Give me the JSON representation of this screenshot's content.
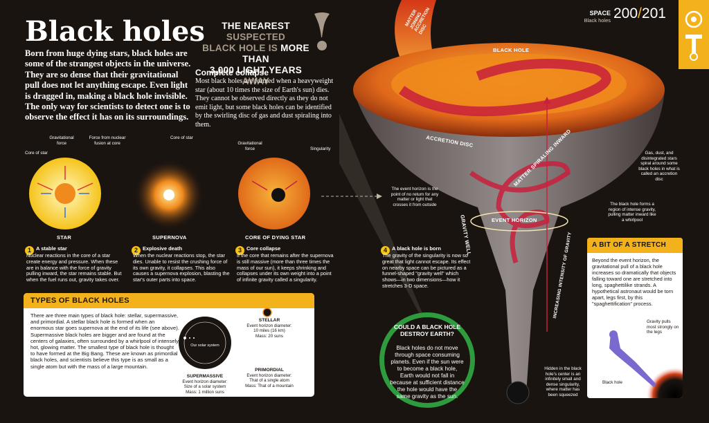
{
  "page": {
    "title": "Black holes",
    "intro": "Born from huge dying stars, black holes are some of the strangest objects in the universe. They are so dense that their gravitational pull does not let anything escape. Even light is dragged in, making a black hole invisible. The only way for scientists to detect one is to observe the effect it has on its surroundings.",
    "fact": {
      "w1": "THE ",
      "w2": "NEAREST",
      "w3": " SUSPECTED",
      "w4": "BLACK HOLE IS",
      "w5": " MORE THAN",
      "w6": "3,000 LIGHT YEARS",
      "w7": " AWAY"
    },
    "collapse_heading": "Complete collapse",
    "collapse_text": "Most black holes are formed when a heavyweight star (about 10 times the size of Earth's sun) dies. They cannot be observed directly as they do not emit light, but some black holes can be identified by the swirling disc of gas and dust spiraling into them.",
    "header": {
      "section": "SPACE",
      "subsection": "Black holes",
      "pages_left": "200",
      "slash": "/",
      "pages_right": "201"
    }
  },
  "stages": {
    "star_label": "STAR",
    "supernova_label": "SUPERNOVA",
    "dying_label": "CORE OF DYING STAR",
    "core_of_star": "Core of star",
    "grav_force": "Gravitational force",
    "force_fusion": "Force from nuclear fusion at core",
    "core_of_star2": "Core of star",
    "grav_force2": "Gravitational force",
    "singularity": "Singularity"
  },
  "steps": [
    {
      "num": "1",
      "title": "A stable star",
      "text": "Nuclear reactions in the core of a star create energy and pressure. When these are in balance with the force of gravity pulling inward, the star remains stable. But when the fuel runs out, gravity takes over."
    },
    {
      "num": "2",
      "title": "Explosive death",
      "text": "When the nuclear reactions stop, the star dies. Unable to resist the crushing force of its own gravity, it collapses. This also causes a supernova explosion, blasting the star's outer parts into space."
    },
    {
      "num": "3",
      "title": "Core collapse",
      "text": "If the core that remains after the supernova is still massive (more than three times the mass of our sun), it keeps shrinking and collapses under its own weight into a point of infinite gravity called a singularity."
    },
    {
      "num": "4",
      "title": "A black hole is born",
      "text": "The gravity of the singularity is now so great that light cannot escape. Its effect on nearby space can be pictured as a funnel-shaped \"gravity well\" which shows—in two dimensions—how it stretches 3-D space."
    }
  ],
  "diagram": {
    "matter_joining": "MATTER JOINING ACCRETION DISC",
    "black_hole": "BLACK HOLE",
    "accretion_disc": "ACCRETION DISC",
    "matter_spiraling": "MATTER SPIRALING INWARD",
    "event_horizon": "EVENT HORIZON",
    "gravity_well": "GRAVITY WELL",
    "increasing": "INCREASING INTENSITY OF GRAVITY",
    "gas_dust": "Gas, dust, and disintegrated stars spiral around some black holes in what is called an accretion disc",
    "event_note": "The event horizon is the point of no return for any matter or light that crosses it from outside",
    "region_note": "The black hole forms a region of intense gravity, pulling matter inward like a whirlpool",
    "hidden_note": "Hidden in the black hole's center is an infinitely small and dense singularity, where matter has been squeezed"
  },
  "types": {
    "title": "TYPES OF BLACK HOLES",
    "text": "There are three main types of black hole: stellar, supermassive, and primordial. A stellar black hole is formed when an enormous star goes supernova at the end of its life (see above). Supermassive black holes are bigger and are found at the centers of galaxies, often surrounded by a whirlpool of intensely hot, glowing matter. The smallest type of black hole is thought to have formed at the Big Bang. These are known as primordial black holes, and scientists believe this type is as small as a single atom but with the mass of a large mountain.",
    "solar_system": "Our solar system",
    "supermassive_name": "SUPERMASSIVE",
    "supermassive_l1": "Event horizon diameter:",
    "supermassive_l2": "Size of a solar system",
    "supermassive_l3": "Mass: 1 million suns",
    "stellar_name": "STELLAR",
    "stellar_l1": "Event horizon diameter:",
    "stellar_l2": "10 miles (16 km)",
    "stellar_l3": "Mass: 20 suns",
    "primordial_name": "PRIMORDIAL",
    "primordial_l1": "Event horizon diameter:",
    "primordial_l2": "That of a single atom",
    "primordial_l3": "Mass: That of a mountain"
  },
  "earth": {
    "question": "COULD A BLACK HOLE DESTROY EARTH?",
    "answer": "Black holes do not move through space consuming planets. Even if the sun were to become a black hole, Earth would not fall in because at sufficient distance the hole would have the same gravity as the sun."
  },
  "stretch": {
    "title": "A BIT OF A STRETCH",
    "text": "Beyond the event horizon, the gravitational pull of a black hole increases so dramatically that objects falling toward one are stretched into long, spaghettilike strands. A hypothetical astronaut would be torn apart, legs first, by this \"spaghettification\" process.",
    "legs_note": "Gravity pulls most strongly on the legs",
    "bh_note": "Black hole"
  },
  "colors": {
    "background": "#1a1410",
    "accent_yellow": "#f3b21c",
    "earth_green": "#2d9b3e",
    "spiral_red": "#c8203c",
    "disc_orange": "#f08a1c"
  }
}
